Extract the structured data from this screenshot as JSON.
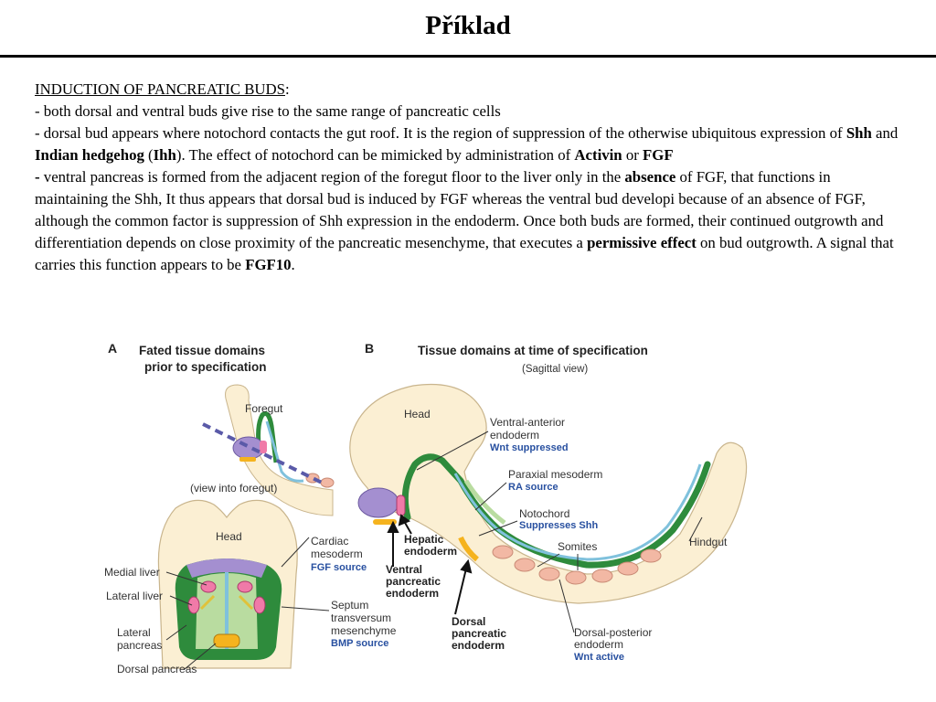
{
  "slide": {
    "title": "Příklad"
  },
  "body": {
    "heading": "INDUCTION OF PANCREATIC BUDS",
    "heading_colon": ":",
    "line1": "- both dorsal and ventral buds give rise to the same range of pancreatic cells",
    "p2_a": "- dorsal bud appears where notochord contacts the gut roof. It is the region of suppression of the otherwise ubiquitous expression of ",
    "p2_shh": "Shh",
    "p2_and": " and ",
    "p2_ihh_name": "Indian hedgehog",
    "p2_paren_open": " (",
    "p2_ihh": "Ihh",
    "p2_b": "). The effect of notochord can be mimicked by administration of ",
    "p2_activin": "Activin",
    "p2_or": " or ",
    "p2_fgf": "FGF",
    "p3_dash": "- ",
    "p3_a": "ventral pancreas is formed from the adjacent region of the foregut floor to the liver only in the ",
    "p3_absence": "absence",
    "p3_b": " of FGF, that functions in maintaining the Shh, It thus appears that dorsal bud is induced by FGF whereas the ventral bud developi because of an absence of FGF, although the common factor is suppression of Shh expression in the endoderm. Once both buds are formed, their continued outgrowth and differentiation depends on close proximity of the pancreatic mesenchyme, that executes a ",
    "p3_permissive": "permissive effect",
    "p3_c": " on bud outgrowth. A signal that carries this function appears to be ",
    "p3_fgf10": "FGF10",
    "p3_end": "."
  },
  "figure": {
    "panel_a": {
      "letter": "A",
      "title_1": "Fated tissue domains",
      "title_2": "prior to specification"
    },
    "panel_b": {
      "letter": "B",
      "title": "Tissue domains at time of specification",
      "subtitle": "(Sagittal view)"
    },
    "labels": {
      "foregut": "Foregut",
      "view_into_foregut": "(view into foregut)",
      "head_a": "Head",
      "head_b": "Head",
      "medial_liver": "Medial liver",
      "lateral_liver": "Lateral liver",
      "lateral_pancreas_1": "Lateral",
      "lateral_pancreas_2": "pancreas",
      "dorsal_pancreas": "Dorsal pancreas",
      "cardiac_1": "Cardiac",
      "cardiac_2": "mesoderm",
      "cardiac_3": "FGF source",
      "septum_1": "Septum",
      "septum_2": "transversum",
      "septum_3": "mesenchyme",
      "septum_4": "BMP source",
      "hepatic_1": "Hepatic",
      "hepatic_2": "endoderm",
      "ventral_1": "Ventral",
      "ventral_2": "pancreatic",
      "ventral_3": "endoderm",
      "dorsal_1": "Dorsal",
      "dorsal_2": "pancreatic",
      "dorsal_3": "endoderm",
      "va_1": "Ventral-anterior",
      "va_2": "endoderm",
      "va_3": "Wnt suppressed",
      "para_1": "Paraxial mesoderm",
      "para_2": "RA source",
      "noto_1": "Notochord",
      "noto_2": "Suppresses Shh",
      "somites": "Somites",
      "hindgut": "Hindgut",
      "dp_1": "Dorsal-posterior",
      "dp_2": "endoderm",
      "dp_3": "Wnt active"
    },
    "colors": {
      "embryo_fill": "#fbefd3",
      "gut_green": "#2e8b3c",
      "light_green": "#b9dca0",
      "notochord_blue": "#7fc1dc",
      "cardiac_purple": "#a48fd0",
      "pink": "#f07aa8",
      "yellow": "#f5b31e",
      "somite_salmon": "#f2b8a4",
      "label_blue": "#2850a0"
    }
  }
}
